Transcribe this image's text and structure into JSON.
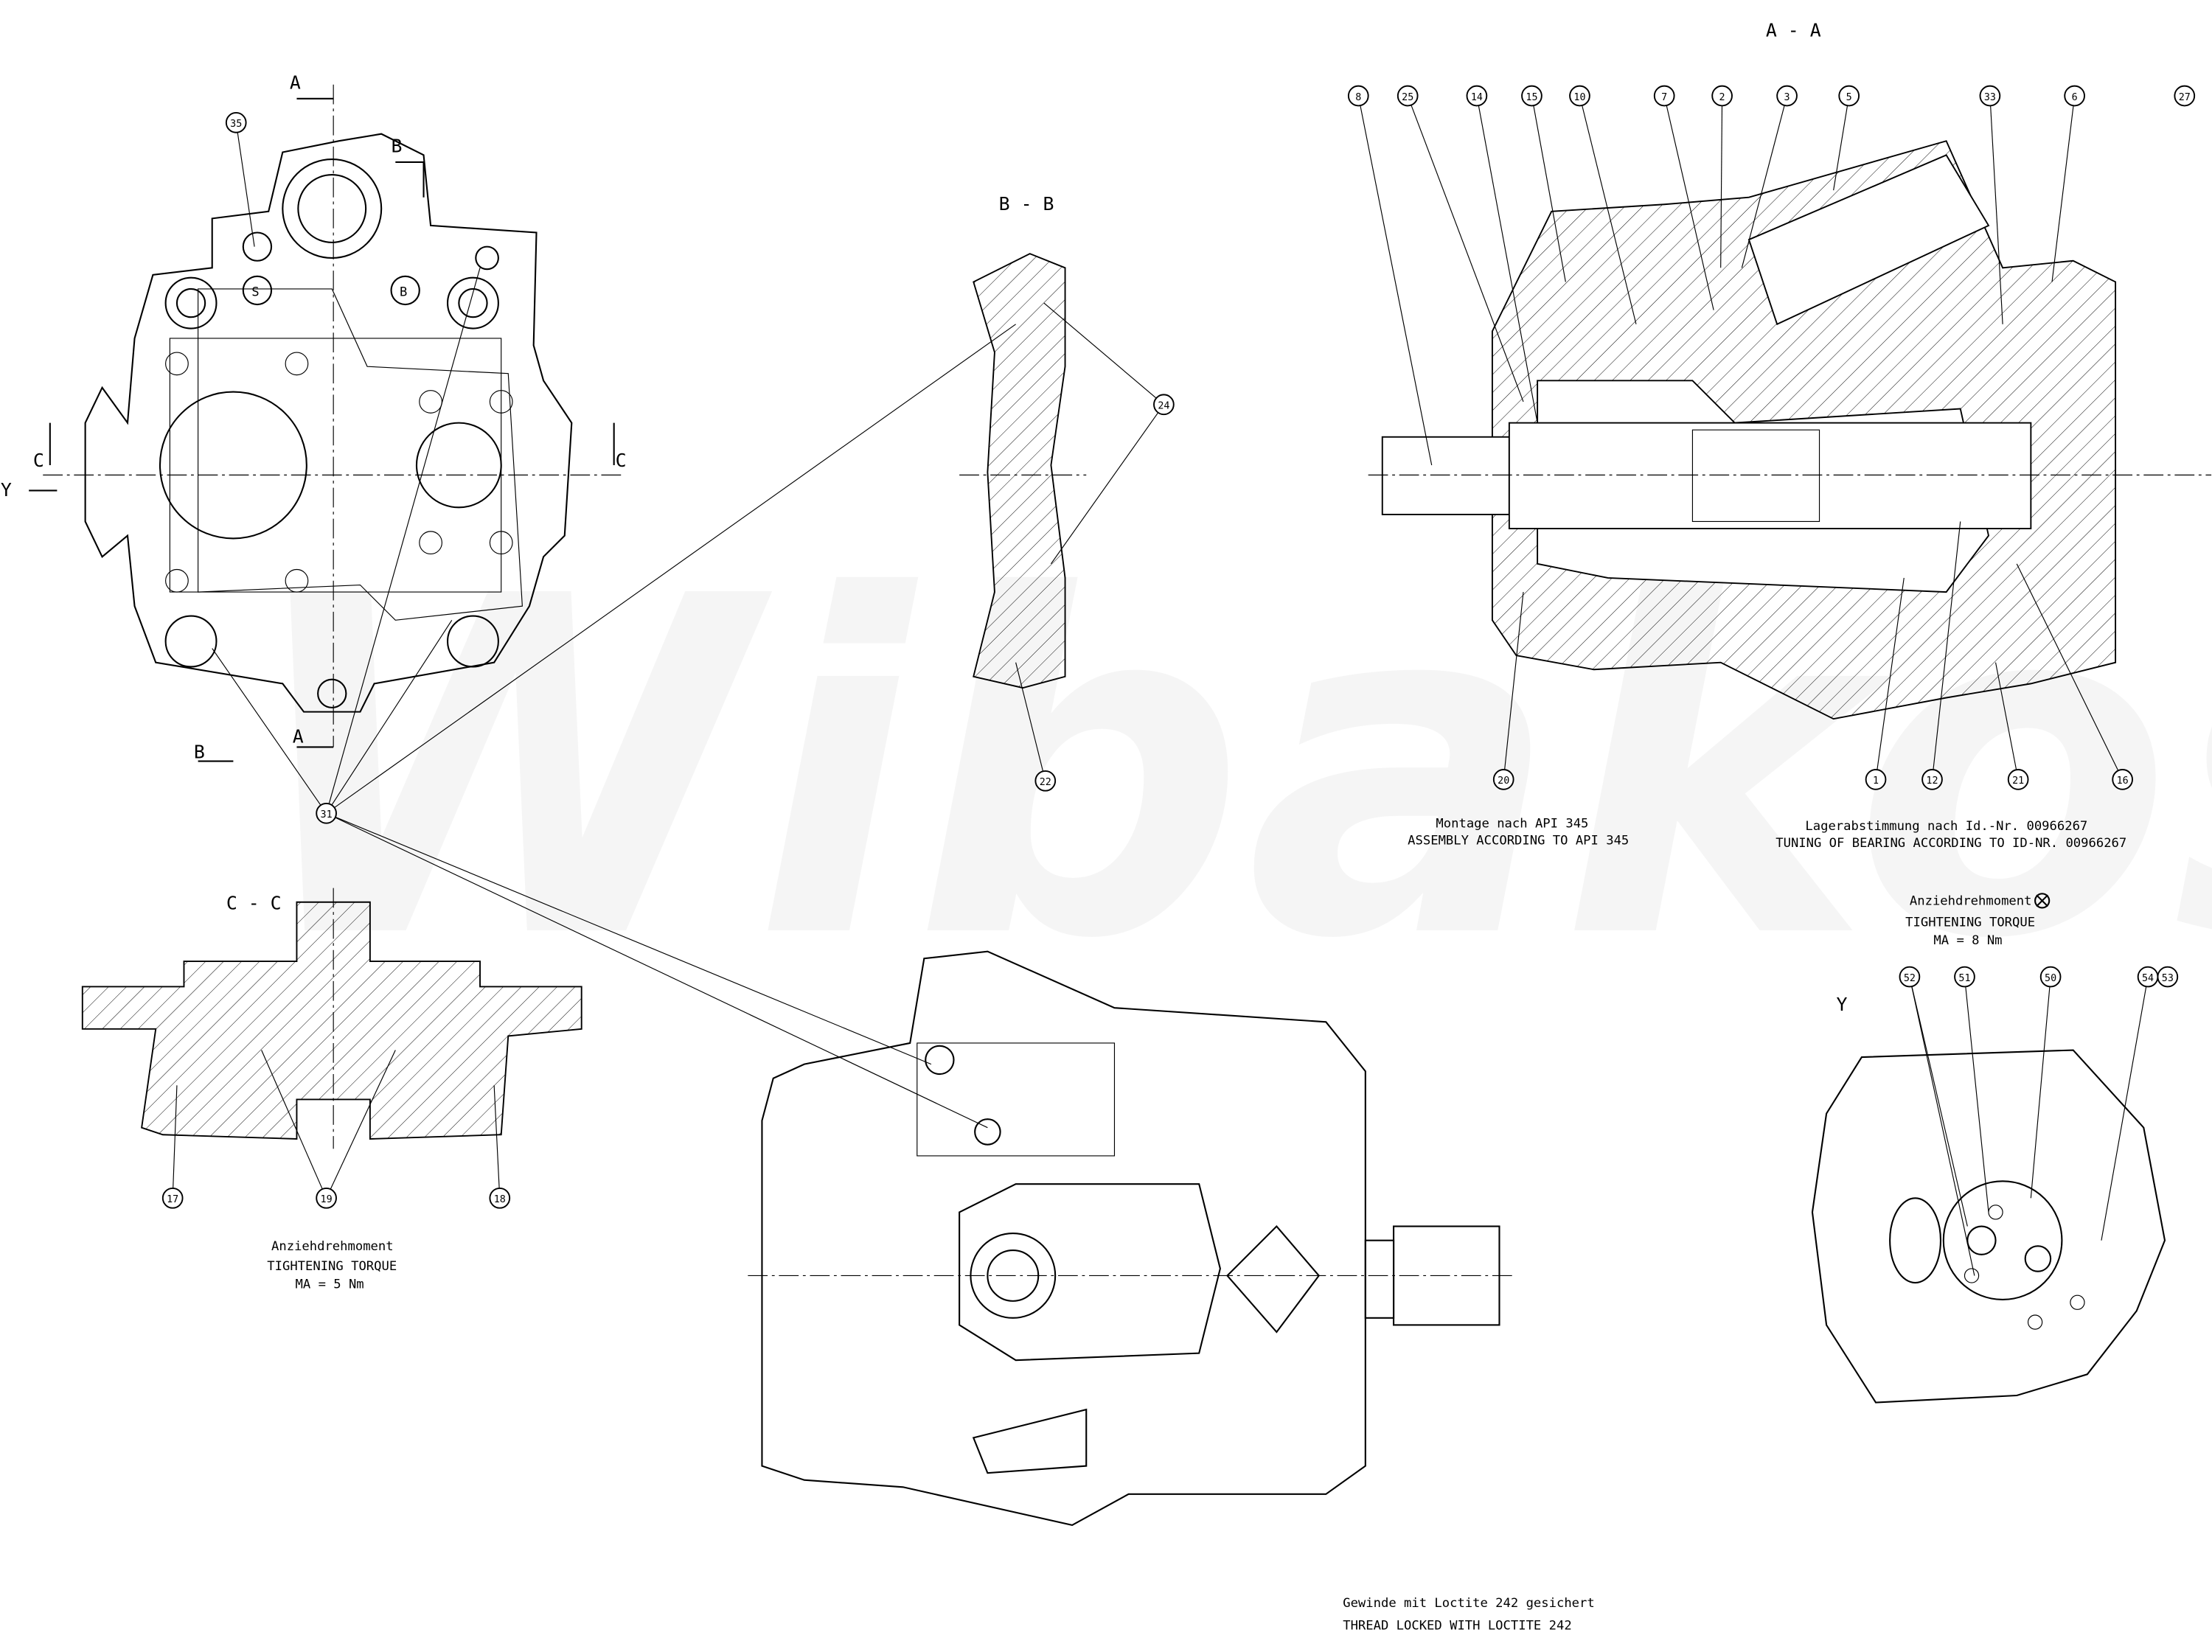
{
  "watermark": "Wibakos",
  "section_titles": {
    "aa": "A - A",
    "bb": "B - B",
    "cc": "C - C",
    "y": "Y"
  },
  "section_markers": {
    "a": "A",
    "b": "B",
    "c": "C",
    "y": "Y"
  },
  "port_labels": {
    "suction": "S",
    "pressure": "B"
  },
  "balloons_aa_top": [
    "8",
    "25",
    "14",
    "15",
    "10",
    "7",
    "2",
    "3",
    "5",
    "33",
    "6",
    "27"
  ],
  "balloons_aa_bottom": [
    "20",
    "1",
    "12",
    "21",
    "16"
  ],
  "balloons_front": [
    "35",
    "31"
  ],
  "balloons_bb": [
    "24",
    "22"
  ],
  "balloons_cc": [
    "17",
    "19",
    "18"
  ],
  "balloons_y": [
    "52",
    "51",
    "50",
    "54",
    "53"
  ],
  "notes": {
    "assembly_de": "Montage nach API 345",
    "assembly_en": "ASSEMBLY ACCORDING TO API 345",
    "bearing_de": "Lagerabstimmung nach Id.-Nr. 00966267",
    "bearing_en": "TUNING OF BEARING ACCORDING TO ID-NR. 00966267",
    "torque_y_de": "Anziehdrehmoment",
    "torque_y_en": "TIGHTENING TORQUE",
    "torque_y_value": "MA = 8 Nm",
    "torque_cc_de": "Anziehdrehmoment",
    "torque_cc_en": "TIGHTENING TORQUE",
    "torque_cc_value": "MA = 5 Nm",
    "loctite_de": "Gewinde mit Loctite 242 gesichert",
    "loctite_en": "THREAD LOCKED WITH LOCTITE 242"
  }
}
